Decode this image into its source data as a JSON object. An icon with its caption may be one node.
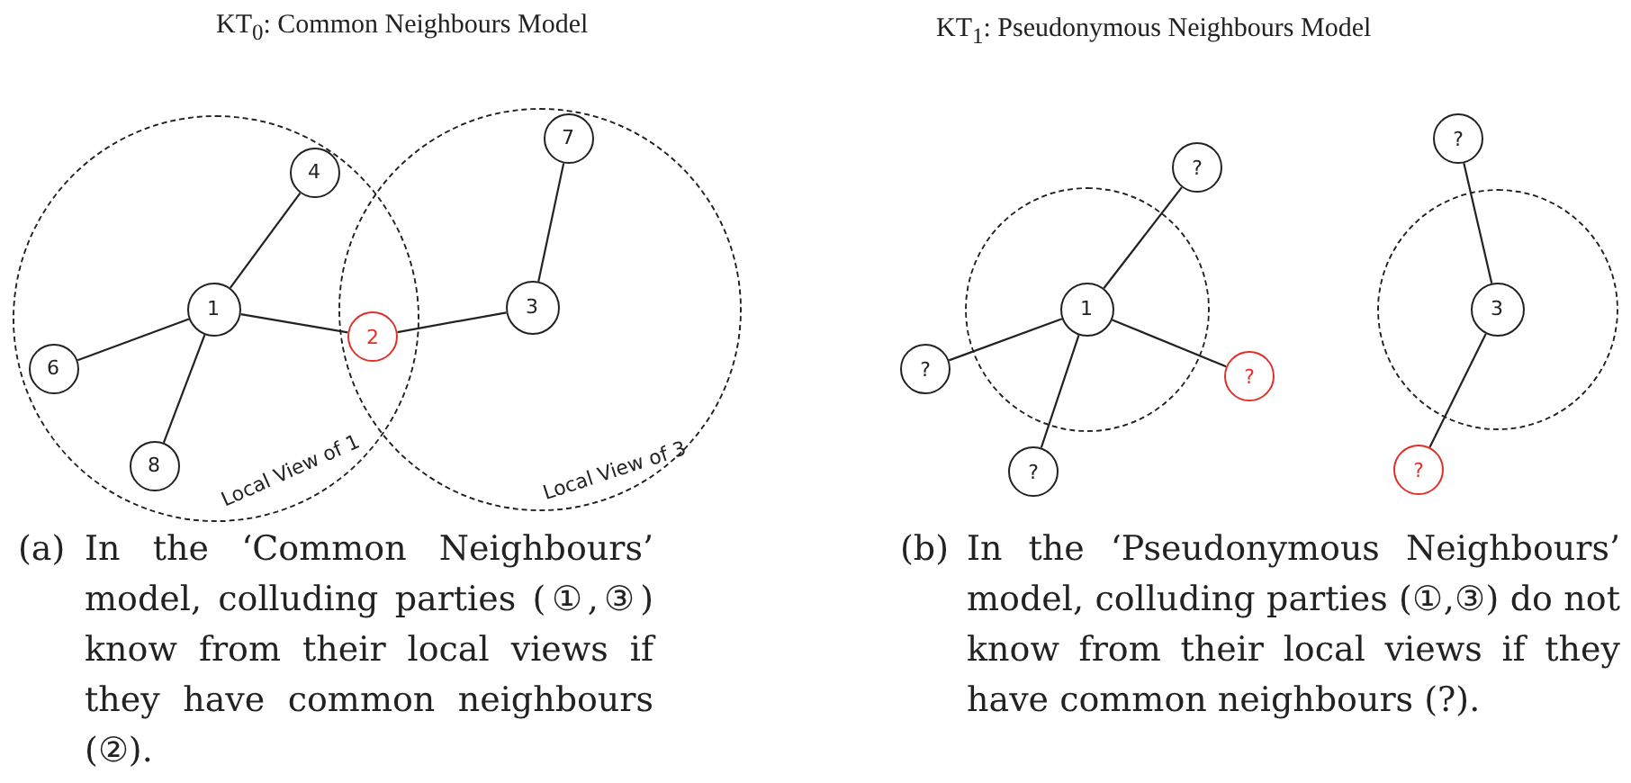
{
  "diagram": {
    "nodes": [
      {
        "text": [
          "Local View of 1"
        ]
      },
      {
        "text": [
          "Local View of 3"
        ]
      },
      {
        "text": [
          "4"
        ],
        "in": 0
      },
      {
        "text": [
          "7"
        ],
        "in": 1
      },
      {
        "text": [
          "1"
        ],
        "in": 0
      },
      {
        "text": [
          "2"
        ]
      },
      {
        "text": [
          "3"
        ],
        "in": 1
      },
      {
        "text": [
          "6"
        ],
        "in": 0
      },
      {
        "text": [
          "8"
        ],
        "in": 0
      },
      {
        "text": [],
        "shape": "circle"
      },
      {
        "text": [],
        "shape": "circle"
      },
      {
        "text": [
          "?"
        ]
      },
      {
        "text": [
          "?"
        ]
      },
      {
        "text": [
          "1"
        ],
        "in": 9
      },
      {
        "text": [
          "3"
        ],
        "in": 10
      },
      {
        "text": [
          "?"
        ]
      },
      {
        "text": [
          "?"
        ]
      },
      {
        "text": [
          "?"
        ]
      },
      {
        "text": [
          "?"
        ]
      }
    ],
    "edges": [
      {
        "from": 4,
        "to": 2,
        "arrow": "none"
      },
      {
        "from": 4,
        "to": 7,
        "arrow": "none"
      },
      {
        "from": 4,
        "to": 8,
        "arrow": "none"
      },
      {
        "from": 4,
        "to": 5,
        "arrow": "none"
      },
      {
        "from": 5,
        "to": 6,
        "arrow": "none"
      },
      {
        "from": 6,
        "to": 3,
        "arrow": "none"
      },
      {
        "from": 13,
        "to": 11,
        "arrow": "none"
      },
      {
        "from": 13,
        "to": 15,
        "arrow": "none"
      },
      {
        "from": 13,
        "to": 17,
        "arrow": "none"
      },
      {
        "from": 13,
        "to": 16,
        "arrow": "none"
      },
      {
        "from": 14,
        "to": 12,
        "arrow": "none"
      },
      {
        "from": 14,
        "to": 18,
        "arrow": "none"
      }
    ],
    "labels": [
      "KT$_{0}$: Common Neighbours Model",
      "KT$_{1}$: Pseudonymous Neighbours Model",
      "(a)",
      "In the ‘Common Neighbours’ model, colluding parties (①,③) know from their local views if they have common neighbours (②).",
      "(b)",
      "In the ‘Pseudonymous Neighbours’ model, colluding parties (①,③) do not know from their local views if they have common neighbours (?)."
    ]
  }
}
